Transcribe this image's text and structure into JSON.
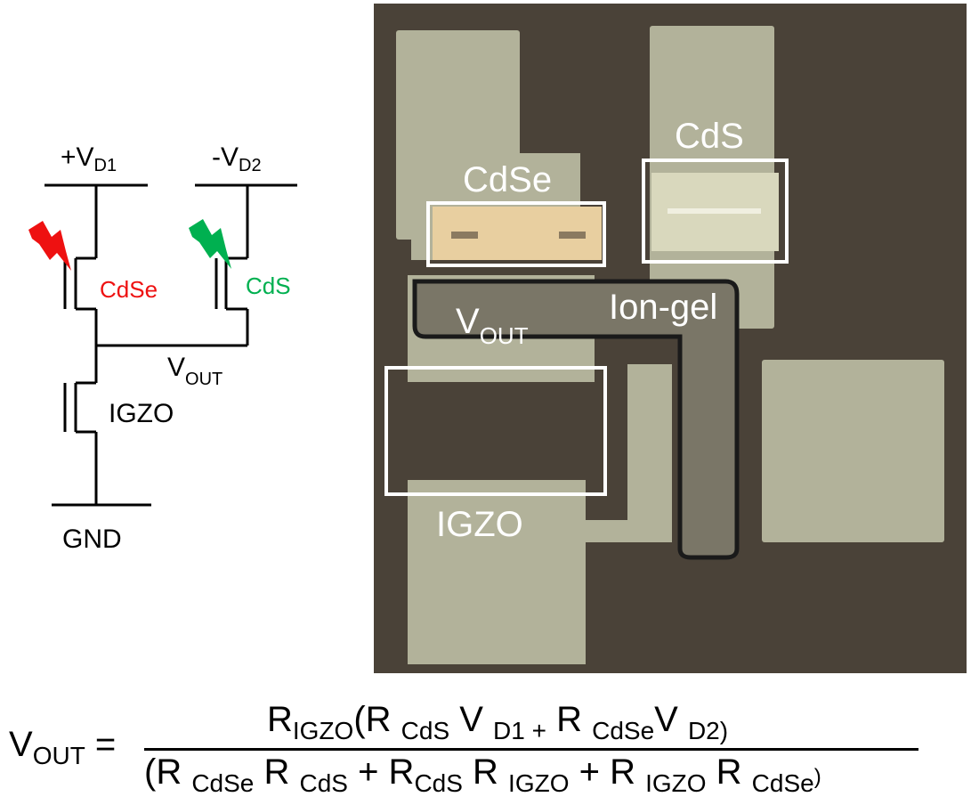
{
  "schematic": {
    "vd1": {
      "main": "+V",
      "sub": "D1"
    },
    "vd2": {
      "main": "-V",
      "sub": "D2"
    },
    "vout": {
      "main": "V",
      "sub": "OUT"
    },
    "cdse_label": "CdSe",
    "cds_label": "CdS",
    "igzo_label": "IGZO",
    "gnd_label": "GND",
    "colors": {
      "cdse": "#ee1111",
      "cds": "#00b050",
      "wire": "#000000"
    }
  },
  "photo": {
    "labels": {
      "cds": "CdS",
      "cdse": "CdSe",
      "ion_gel": "Ion-gel",
      "vout": {
        "main": "V",
        "sub": "OUT"
      },
      "igzo": "IGZO"
    },
    "colors": {
      "substrate": "#4a4238",
      "pad": "#b2b29a",
      "cdse_film": "#e8cfa0",
      "label": "#ffffff"
    }
  },
  "equation": {
    "lhs": {
      "main": "V",
      "sub": "OUT",
      "eq": " ="
    },
    "numerator": [
      {
        "t": "R"
      },
      {
        "s": "IGZO"
      },
      {
        "t": "(R "
      },
      {
        "s": "CdS"
      },
      {
        "t": " V "
      },
      {
        "s": "D1 +"
      },
      {
        "t": " R "
      },
      {
        "s": "CdSe"
      },
      {
        "t": "V "
      },
      {
        "s": "D2)"
      }
    ],
    "denominator": [
      {
        "t": "(R "
      },
      {
        "s": "CdSe"
      },
      {
        "t": " R "
      },
      {
        "s": "CdS"
      },
      {
        "t": " + R"
      },
      {
        "s": "CdS"
      },
      {
        "t": " R "
      },
      {
        "s": "IGZO"
      },
      {
        "t": " + R "
      },
      {
        "s": "IGZO"
      },
      {
        "t": " R "
      },
      {
        "s": "CdSe"
      },
      {
        "c": ")"
      }
    ]
  }
}
